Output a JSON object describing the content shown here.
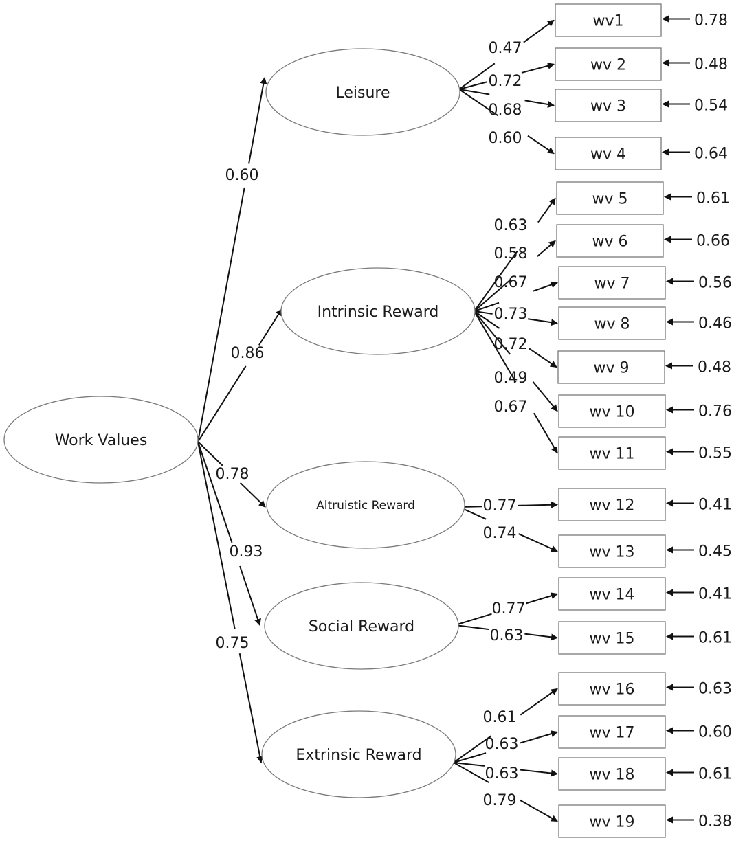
{
  "root": {
    "id": "WV",
    "label": "Work Values"
  },
  "factors": [
    {
      "id": "F1",
      "label": "Leisure",
      "loading": "0.60"
    },
    {
      "id": "F2",
      "label": "Intrinsic Reward",
      "loading": "0.86"
    },
    {
      "id": "F3",
      "label": "Altruistic Reward",
      "loading": "0.78"
    },
    {
      "id": "F4",
      "label": "Social Reward",
      "loading": "0.93"
    },
    {
      "id": "F5",
      "label": "Extrinsic Reward",
      "loading": "0.75"
    }
  ],
  "items": [
    {
      "id": "I1",
      "factor": "F1",
      "label": "wv1",
      "loading": "0.47",
      "error": "0.78"
    },
    {
      "id": "I2",
      "factor": "F1",
      "label": "wv 2",
      "loading": "0.72",
      "error": "0.48"
    },
    {
      "id": "I3",
      "factor": "F1",
      "label": "wv 3",
      "loading": "0.68",
      "error": "0.54"
    },
    {
      "id": "I4",
      "factor": "F1",
      "label": "wv 4",
      "loading": "0.60",
      "error": "0.64"
    },
    {
      "id": "I5",
      "factor": "F2",
      "label": "wv 5",
      "loading": "0.63",
      "error": "0.61"
    },
    {
      "id": "I6",
      "factor": "F2",
      "label": "wv 6",
      "loading": "0.58",
      "error": "0.66"
    },
    {
      "id": "I7",
      "factor": "F2",
      "label": "wv 7",
      "loading": "0.67",
      "error": "0.56"
    },
    {
      "id": "I8",
      "factor": "F2",
      "label": "wv 8",
      "loading": "0.73",
      "error": "0.46"
    },
    {
      "id": "I9",
      "factor": "F2",
      "label": "wv 9",
      "loading": "0.72",
      "error": "0.48"
    },
    {
      "id": "I10",
      "factor": "F2",
      "label": "wv 10",
      "loading": "0.49",
      "error": "0.76"
    },
    {
      "id": "I11",
      "factor": "F2",
      "label": "wv 11",
      "loading": "0.67",
      "error": "0.55"
    },
    {
      "id": "I12",
      "factor": "F3",
      "label": "wv 12",
      "loading": "0.77",
      "error": "0.41"
    },
    {
      "id": "I13",
      "factor": "F3",
      "label": "wv 13",
      "loading": "0.74",
      "error": "0.45"
    },
    {
      "id": "I14",
      "factor": "F4",
      "label": "wv 14",
      "loading": "0.77",
      "error": "0.41"
    },
    {
      "id": "I15",
      "factor": "F4",
      "label": "wv 15",
      "loading": "0.63",
      "error": "0.61"
    },
    {
      "id": "I16",
      "factor": "F5",
      "label": "wv 16",
      "loading": "0.61",
      "error": "0.63"
    },
    {
      "id": "I17",
      "factor": "F5",
      "label": "wv 17",
      "loading": "0.63",
      "error": "0.60"
    },
    {
      "id": "I18",
      "factor": "F5",
      "label": "wv 18",
      "loading": "0.63",
      "error": "0.61"
    },
    {
      "id": "I19",
      "factor": "F5",
      "label": "wv 19",
      "loading": "0.79",
      "error": "0.38"
    }
  ]
}
